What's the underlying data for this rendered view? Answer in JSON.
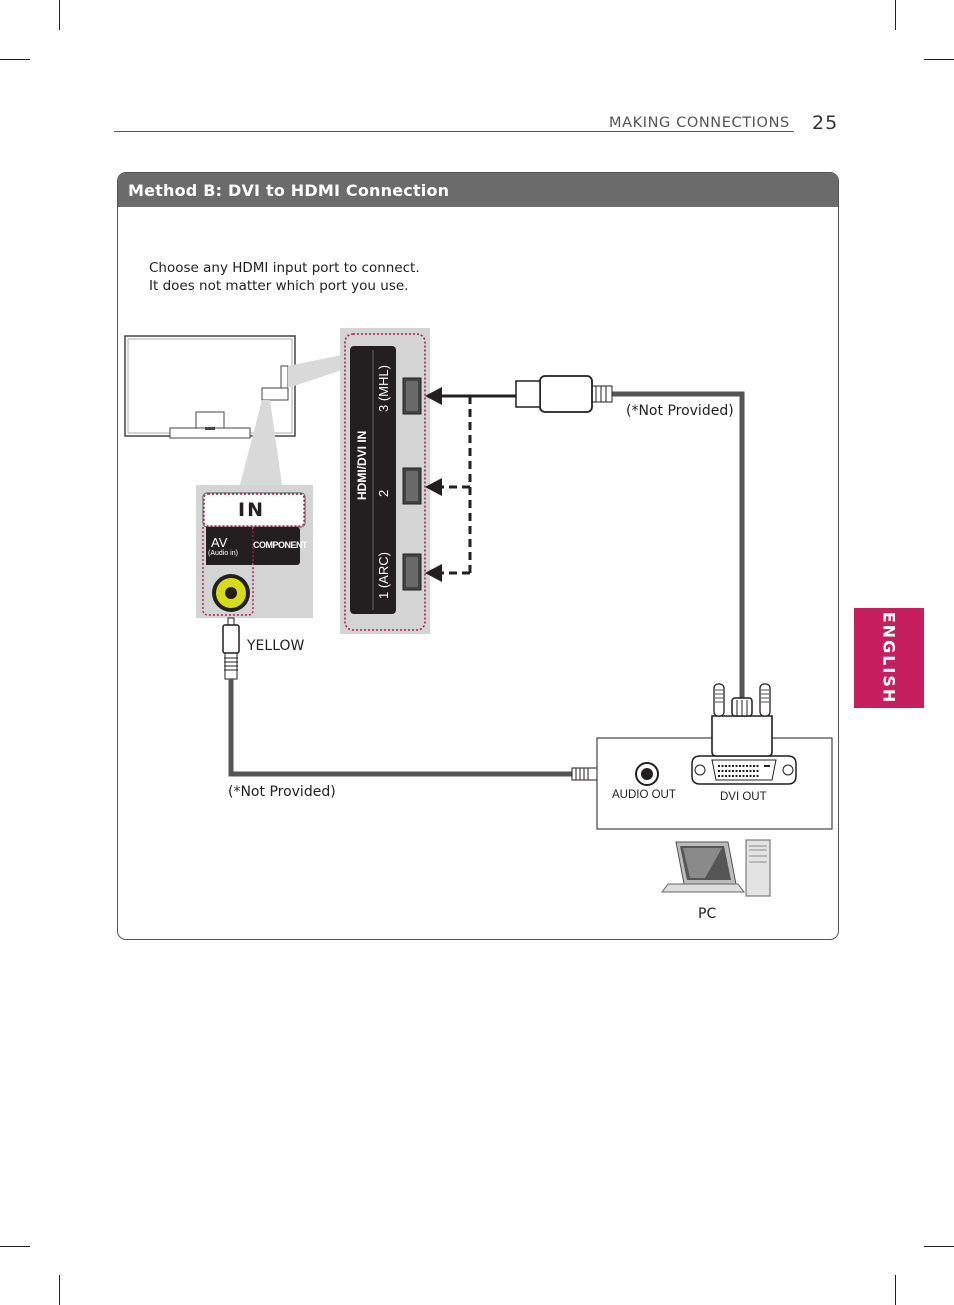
{
  "header": {
    "section_title": "MAKING CONNECTIONS",
    "page_number": "25"
  },
  "language_tab": {
    "label": "ENGLISH"
  },
  "panel": {
    "title": "Method B: DVI to HDMI Connection",
    "instruction_line1": "Choose any HDMI input port to connect.",
    "instruction_line2": "It does not matter which port you use."
  },
  "diagram": {
    "hdmi_block_label": "HDMI/DVI IN",
    "hdmi_ports": [
      "3 (MHL)",
      "2",
      "1 (ARC)"
    ],
    "in_label": "IN",
    "av_label": "AV",
    "av_sublabel": "(Audio in)",
    "component_label": "COMPONENT",
    "yellow_label": "YELLOW",
    "hdmi_cable_note": "(*Not Provided)",
    "audio_cable_note": "(*Not Provided)",
    "audio_out_label": "AUDIO OUT",
    "dvi_out_label": "DVI OUT",
    "pc_label": "PC"
  },
  "colors": {
    "accent": "#c51f5d",
    "panel_header": "#6b6b6b",
    "jack_yellow": "#d7dc1a",
    "port_dots": "#a51f5a"
  }
}
